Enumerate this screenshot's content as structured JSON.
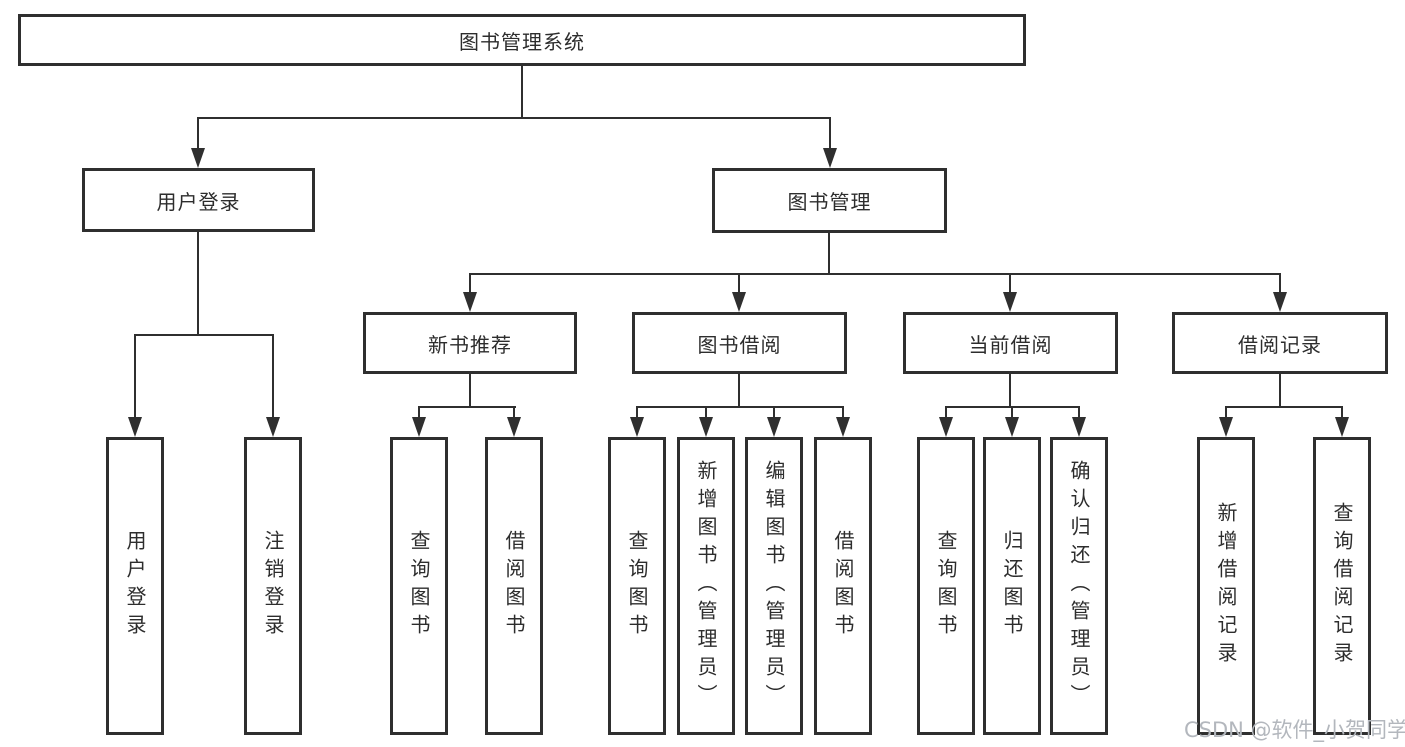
{
  "diagram": {
    "root": {
      "label": "图书管理系统"
    },
    "level2": [
      {
        "label": "用户登录"
      },
      {
        "label": "图书管理"
      }
    ],
    "level3": [
      {
        "label": "新书推荐"
      },
      {
        "label": "图书借阅"
      },
      {
        "label": "当前借阅"
      },
      {
        "label": "借阅记录"
      }
    ],
    "leaves": {
      "user_login": [
        {
          "label": "用户登录"
        },
        {
          "label": "注销登录"
        }
      ],
      "new_book_recommend": [
        {
          "label": "查询图书"
        },
        {
          "label": "借阅图书"
        }
      ],
      "book_borrow": [
        {
          "label": "查询图书"
        },
        {
          "label": "新增图书（管理员）"
        },
        {
          "label": "编辑图书（管理员）"
        },
        {
          "label": "借阅图书"
        }
      ],
      "current_borrow": [
        {
          "label": "查询图书"
        },
        {
          "label": "归还图书"
        },
        {
          "label": "确认归还（管理员）"
        }
      ],
      "borrow_records": [
        {
          "label": "新增借阅记录"
        },
        {
          "label": "查询借阅记录"
        }
      ]
    }
  },
  "watermark": {
    "text": "CSDN @软件_小贺同学"
  },
  "colors": {
    "line": "#2f2f2f",
    "text": "#2d2d2d",
    "watermark": "#b3b7bd",
    "background": "#ffffff"
  }
}
